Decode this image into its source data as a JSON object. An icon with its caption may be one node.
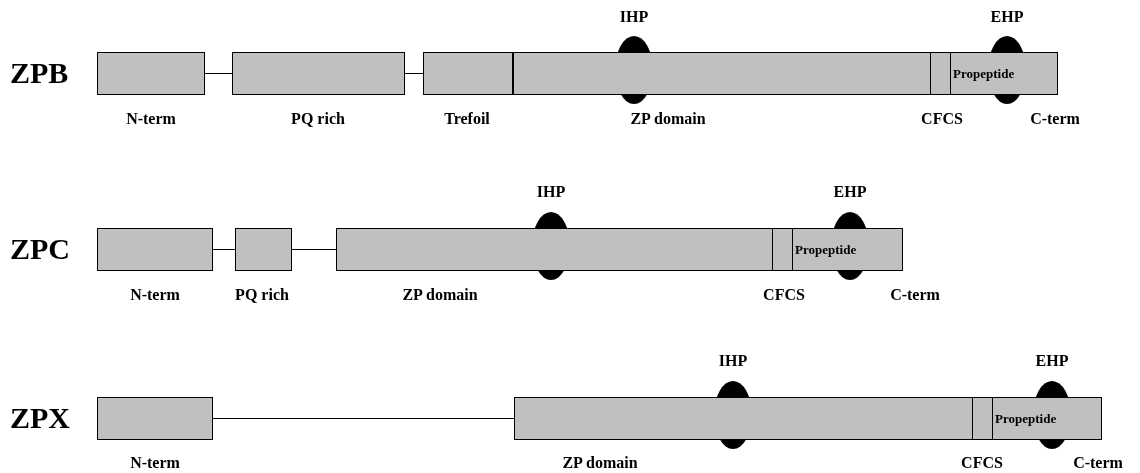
{
  "diagram": {
    "nodes": [
      {
        "text": [],
        "shape": "box",
        "beside": [
          "N-term"
        ]
      },
      {
        "text": [],
        "shape": "box",
        "beside": [
          "PQ rich"
        ]
      },
      {
        "text": [],
        "shape": "box",
        "beside": [
          "Trefoil"
        ]
      },
      {
        "text": [],
        "shape": "box",
        "beside": [
          "ZP domain"
        ]
      },
      {
        "text": [],
        "shape": "box",
        "beside": [
          "CFCS"
        ]
      },
      {
        "text": [
          "Propeptide"
        ],
        "beside": [
          "C-term"
        ]
      },
      {
        "text": [],
        "shape": "ellipse",
        "beside": [
          "IHP"
        ]
      },
      {
        "text": [],
        "shape": "ellipse",
        "beside": [
          "EHP"
        ]
      },
      {
        "text": [],
        "shape": "box",
        "beside": [
          "N-term"
        ]
      },
      {
        "text": [],
        "shape": "box",
        "beside": [
          "PQ rich"
        ]
      },
      {
        "text": [],
        "shape": "box",
        "beside": [
          "ZP domain"
        ]
      },
      {
        "text": [],
        "shape": "box",
        "beside": [
          "CFCS"
        ]
      },
      {
        "text": [
          "Propeptide"
        ],
        "beside": [
          "C-term"
        ]
      },
      {
        "text": [],
        "shape": "ellipse",
        "beside": [
          "IHP"
        ]
      },
      {
        "text": [],
        "shape": "ellipse",
        "beside": [
          "EHP"
        ]
      },
      {
        "text": [],
        "shape": "box",
        "beside": [
          "N-term"
        ]
      },
      {
        "text": [],
        "shape": "box",
        "beside": [
          "ZP domain"
        ]
      },
      {
        "text": [],
        "shape": "box",
        "beside": [
          "CFCS"
        ]
      },
      {
        "text": [
          "Propeptide"
        ],
        "beside": [
          "C-term"
        ]
      },
      {
        "text": [],
        "shape": "ellipse",
        "beside": [
          "IHP"
        ]
      },
      {
        "text": [],
        "shape": "ellipse",
        "beside": [
          "EHP"
        ]
      }
    ],
    "edges": [
      {
        "from": 0,
        "to": 1,
        "arrow": "none"
      },
      {
        "from": 1,
        "to": 2,
        "arrow": "none"
      },
      {
        "from": 8,
        "to": 9,
        "arrow": "none"
      },
      {
        "from": 9,
        "to": 10,
        "arrow": "none"
      },
      {
        "from": 15,
        "to": 16,
        "arrow": "none"
      }
    ],
    "labels": [
      "ZPB",
      "ZPC",
      "ZPX"
    ]
  }
}
